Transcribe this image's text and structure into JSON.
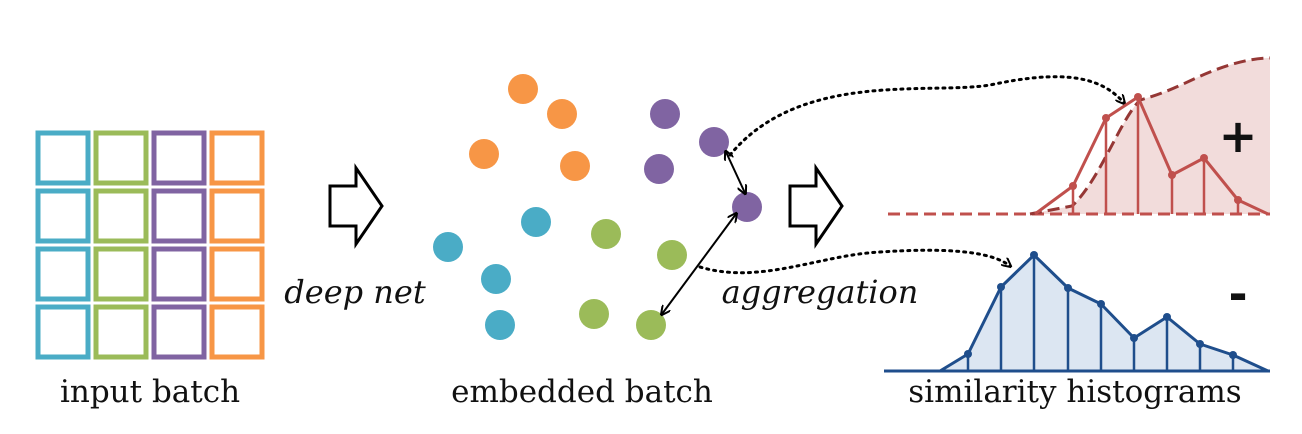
{
  "labels": {
    "input_batch": "input batch",
    "deep_net": "deep net",
    "embedded_batch": "embedded batch",
    "aggregation": "aggregation",
    "similarity_histograms": "similarity histograms",
    "positive_sign": "+",
    "negative_sign": "-"
  },
  "colors": {
    "blue": "#4aacc6",
    "green": "#9bbb59",
    "purple": "#8064a2",
    "orange": "#f79646",
    "positive_hist": "#c0504d",
    "positive_fill": "#f2dcdb",
    "negative_hist": "#1f4e8c",
    "negative_fill": "#dce6f2"
  },
  "grid": {
    "rows": 4,
    "column_colors": [
      "blue",
      "green",
      "purple",
      "orange"
    ]
  },
  "embedding_classes": [
    "orange",
    "purple",
    "blue",
    "green"
  ],
  "histograms": {
    "positive": {
      "bins": 7,
      "values": [
        0.15,
        0.55,
        0.65,
        0.15,
        0.3,
        0.1,
        0.0
      ],
      "has_cumulative": true
    },
    "negative": {
      "bins": 9,
      "values": [
        0.1,
        0.55,
        0.75,
        0.45,
        0.4,
        0.2,
        0.35,
        0.15,
        0.1
      ],
      "has_cumulative": false
    }
  }
}
